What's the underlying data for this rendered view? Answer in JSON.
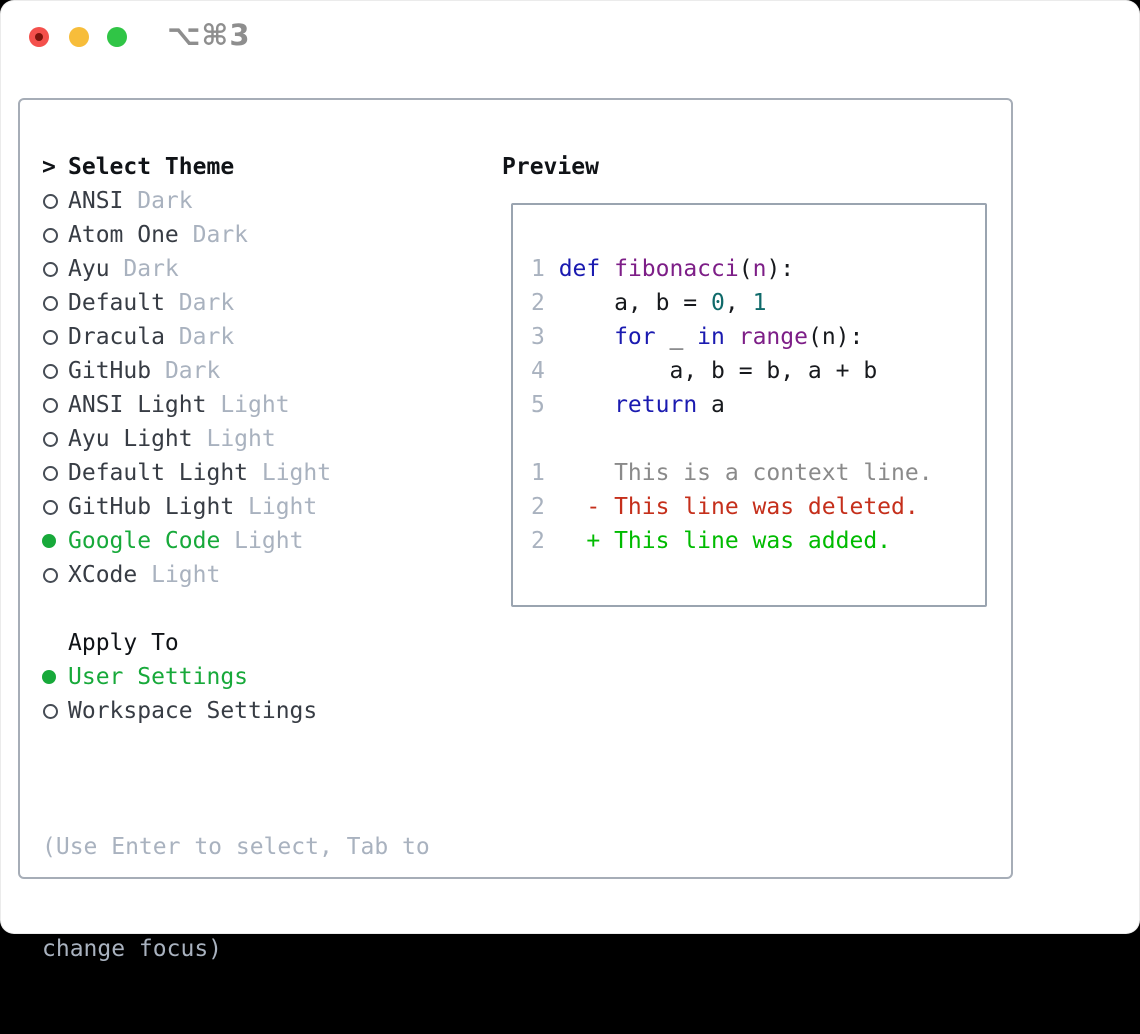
{
  "window": {
    "title": "⌥⌘3"
  },
  "theme_panel": {
    "header": {
      "prompt": ">",
      "label": "Select Theme"
    },
    "themes": [
      {
        "name": "ANSI",
        "variant": "Dark",
        "selected": false
      },
      {
        "name": "Atom One",
        "variant": "Dark",
        "selected": false
      },
      {
        "name": "Ayu",
        "variant": "Dark",
        "selected": false
      },
      {
        "name": "Default",
        "variant": "Dark",
        "selected": false
      },
      {
        "name": "Dracula",
        "variant": "Dark",
        "selected": false
      },
      {
        "name": "GitHub",
        "variant": "Dark",
        "selected": false
      },
      {
        "name": "ANSI Light",
        "variant": "Light",
        "selected": false
      },
      {
        "name": "Ayu Light",
        "variant": "Light",
        "selected": false
      },
      {
        "name": "Default Light",
        "variant": "Light",
        "selected": false
      },
      {
        "name": "GitHub Light",
        "variant": "Light",
        "selected": false
      },
      {
        "name": "Google Code",
        "variant": "Light",
        "selected": true
      },
      {
        "name": "XCode",
        "variant": "Light",
        "selected": false
      }
    ],
    "apply_to": {
      "label": "Apply To",
      "options": [
        {
          "label": "User Settings",
          "selected": true
        },
        {
          "label": "Workspace Settings",
          "selected": false
        }
      ]
    },
    "help": {
      "line1": "(Use Enter to select, Tab to",
      "line2": "change focus)"
    }
  },
  "preview": {
    "label": "Preview",
    "code_lines": [
      {
        "num": "1",
        "tokens": [
          {
            "t": "def",
            "c": "keyword"
          },
          {
            "t": " ",
            "c": "plain"
          },
          {
            "t": "fibonacci",
            "c": "title"
          },
          {
            "t": "(",
            "c": "plain"
          },
          {
            "t": "n",
            "c": "title"
          },
          {
            "t": "):",
            "c": "plain"
          }
        ]
      },
      {
        "num": "2",
        "tokens": [
          {
            "t": "    a, b = ",
            "c": "plain"
          },
          {
            "t": "0",
            "c": "number"
          },
          {
            "t": ", ",
            "c": "plain"
          },
          {
            "t": "1",
            "c": "number"
          }
        ]
      },
      {
        "num": "3",
        "tokens": [
          {
            "t": "    ",
            "c": "plain"
          },
          {
            "t": "for",
            "c": "keyword"
          },
          {
            "t": " _ ",
            "c": "plain"
          },
          {
            "t": "in",
            "c": "keyword"
          },
          {
            "t": " ",
            "c": "plain"
          },
          {
            "t": "range",
            "c": "title"
          },
          {
            "t": "(n):",
            "c": "plain"
          }
        ]
      },
      {
        "num": "4",
        "tokens": [
          {
            "t": "        a, b = b, a + b",
            "c": "plain"
          }
        ]
      },
      {
        "num": "5",
        "tokens": [
          {
            "t": "    ",
            "c": "plain"
          },
          {
            "t": "return",
            "c": "keyword"
          },
          {
            "t": " a",
            "c": "plain"
          }
        ]
      }
    ],
    "diff_lines": [
      {
        "num": "1",
        "tokens": [
          {
            "t": "    This is a context line.",
            "c": "context"
          }
        ]
      },
      {
        "num": "2",
        "tokens": [
          {
            "t": "  - This line was deleted.",
            "c": "deleted"
          }
        ]
      },
      {
        "num": "2",
        "tokens": [
          {
            "t": "  + This line was added.",
            "c": "added"
          }
        ]
      }
    ]
  },
  "colors": {
    "text_black": "#101317",
    "text_dark": "#373c44",
    "text_muted": "#a9b2bf",
    "green": "#17a93a",
    "panel_border": "#a6adb7",
    "preview_border": "#9aa4b0",
    "titlebar_red": "#f4504c",
    "titlebar_red_dot": "#7c140d",
    "titlebar_yellow": "#f7bd3a",
    "titlebar_green": "#30c546",
    "title_text": "#8e8e8e",
    "tok_keyword": "#1a1ab0",
    "tok_title": "#7d1e87",
    "tok_number": "#0f6a6a",
    "tok_plain": "#17191d",
    "tok_lineno": "#a9b2bf",
    "tok_context": "#8a8a8a",
    "tok_deleted": "#c52f1b",
    "tok_added": "#00bb00"
  }
}
